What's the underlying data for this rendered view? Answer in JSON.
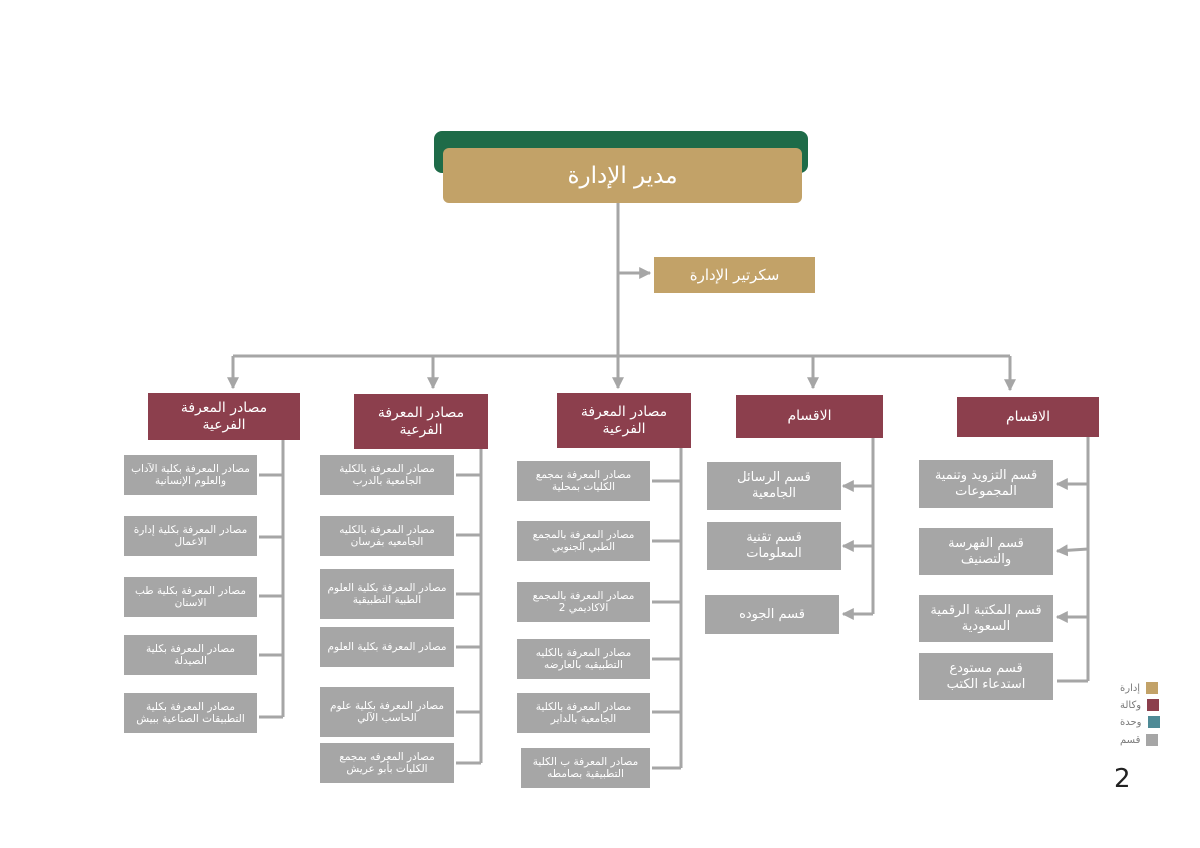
{
  "director": {
    "label": "مدير الإدارة"
  },
  "secretary": {
    "label": "سكرتير الإدارة"
  },
  "columns": [
    {
      "title": "الاقسام",
      "items": [
        "قسم التزويد وتنمية المجموعات",
        "قسم الفهرسة والتصنيف",
        "قسم المكتبة الرقمية السعودية",
        "قسم مستودع استدعاء الكتب"
      ]
    },
    {
      "title": "الاقسام",
      "items": [
        "قسم الرسائل الجامعية",
        "قسم تقنية المعلومات",
        "قسم الجوده"
      ]
    },
    {
      "title": "مصادر المعرفة الفرعية",
      "items": [
        "مصادر المعرفة بمجمع الكليات بمحلية",
        "مصادر المعرفة بالمجمع الطبي الجنوبي",
        "مصادر المعرفة بالمجمع الاكاديمي 2",
        "مصادر المعرفة بالكليه التطبيقيه بالعارضه",
        "مصادر المعرفة بالكلية الجامعية بالداير",
        "مصادر المعرفة ب الكلية التطبيقية بصامطه"
      ]
    },
    {
      "title": "مصادر المعرفة الفرعية",
      "items": [
        "مصادر المعرفة بالكلية الجامعية بالدرب",
        "مصادر المعرفة بالكليه الجامعيه بفرسان",
        "مصادر المعرفة بكلية العلوم الطبية التطبيقية",
        "مصادر المعرفة بكلية العلوم",
        "مصادر المعرفة بكلية علوم الحاسب الآلي",
        "مصادر المعرفه بمجمع الكليات بأبو عريش"
      ]
    },
    {
      "title": "مصادر المعرفة الفرعية",
      "items": [
        "مصادر المعرفة بكلية الآداب والعلوم الإنسانية",
        "مصادر المعرفة بكلية إدارة الاعمال",
        "مصادر المعرفة بكلية طب الاسنان",
        "مصادر المعرفة بكلية الصيدلة",
        "مصادر المعرفة بكلية التطبيقات الصناعية ببيش"
      ]
    }
  ],
  "legend": [
    {
      "label": "إدارة",
      "color": "#c2a268"
    },
    {
      "label": "وكالة",
      "color": "#8c3f4d"
    },
    {
      "label": "وحدة",
      "color": "#4e8a96"
    },
    {
      "label": "قسم",
      "color": "#a6a6a6"
    }
  ],
  "colors": {
    "connector": "#a6a6a6",
    "band": "#1e6b48"
  },
  "page_number": "2"
}
